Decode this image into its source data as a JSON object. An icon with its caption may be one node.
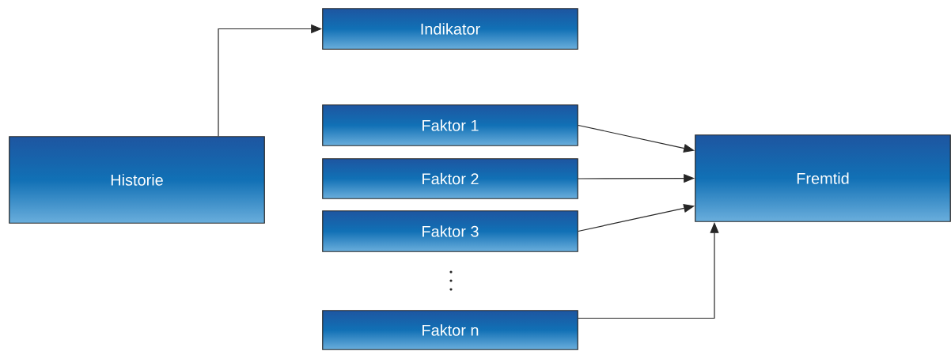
{
  "diagram": {
    "nodes": [
      {
        "text": [
          "Historie"
        ]
      },
      {
        "text": [
          "Indikator"
        ]
      },
      {
        "text": [
          "Faktor 1"
        ]
      },
      {
        "text": [
          "Faktor 2"
        ]
      },
      {
        "text": [
          "Faktor 3"
        ]
      },
      {
        "text": [
          "Faktor n"
        ]
      },
      {
        "text": [
          "Fremtid"
        ]
      }
    ],
    "edges": [
      {
        "from": 0,
        "to": 1,
        "arrow": "to"
      },
      {
        "from": 2,
        "to": 6,
        "arrow": "to"
      },
      {
        "from": 3,
        "to": 6,
        "arrow": "to"
      },
      {
        "from": 4,
        "to": 6,
        "arrow": "to"
      },
      {
        "from": 5,
        "to": 6,
        "arrow": "to"
      }
    ]
  }
}
